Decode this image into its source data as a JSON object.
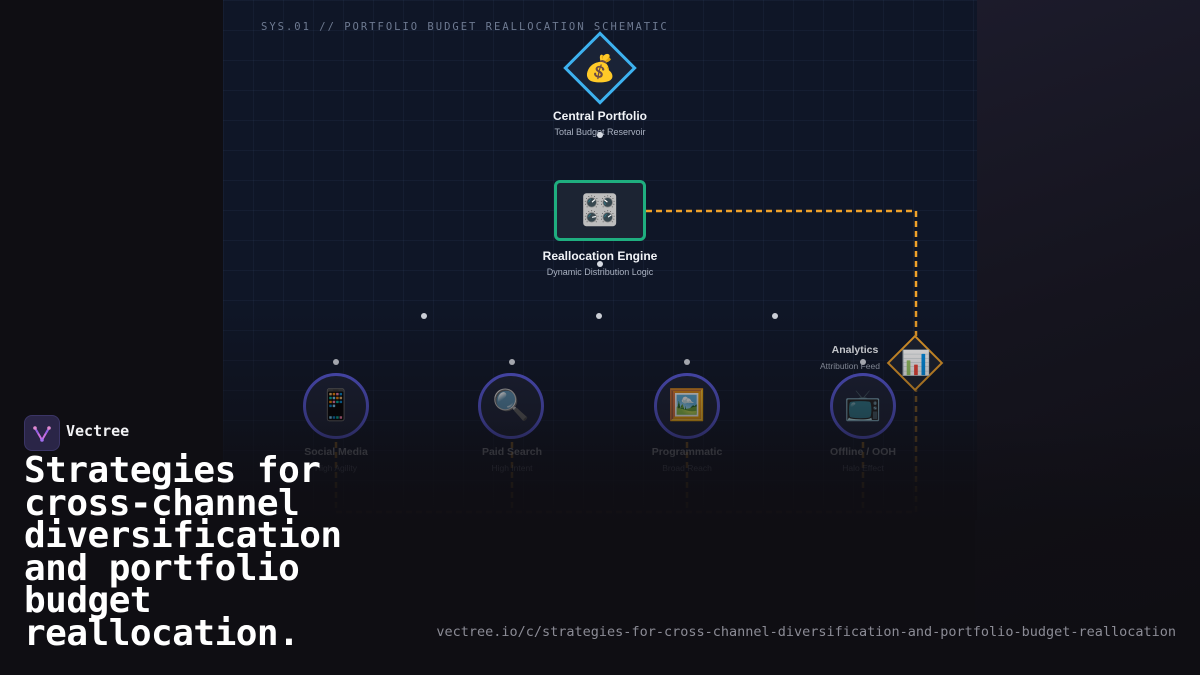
{
  "schematic": {
    "label": "SYS.01 // PORTFOLIO BUDGET REALLOCATION SCHEMATIC"
  },
  "nodes": {
    "portfolio": {
      "title": "Central Portfolio",
      "subtitle": "Total Budget Reservoir",
      "icon": "💰",
      "icon_name": "money-bag-icon",
      "color": "#3db2f0"
    },
    "engine": {
      "title": "Reallocation Engine",
      "subtitle": "Dynamic Distribution Logic",
      "icon": "🎛️",
      "icon_name": "control-knobs-icon",
      "color": "#1fae7f"
    },
    "analytics": {
      "title": "Analytics",
      "subtitle": "Attribution Feed",
      "icon": "📊",
      "icon_name": "bar-chart-icon",
      "color": "#f0a22a"
    }
  },
  "channels": [
    {
      "title": "Social Media",
      "subtitle": "High Agility",
      "icon": "📱",
      "icon_name": "mobile-phone-icon"
    },
    {
      "title": "Paid Search",
      "subtitle": "High Intent",
      "icon": "🔍",
      "icon_name": "magnifier-icon"
    },
    {
      "title": "Programmatic",
      "subtitle": "Broad Reach",
      "icon": "🖼️",
      "icon_name": "framed-picture-icon"
    },
    {
      "title": "Offline / OOH",
      "subtitle": "Halo Effect",
      "icon": "📺",
      "icon_name": "television-icon"
    }
  ],
  "brand": {
    "name": "Vectree"
  },
  "headline": "Strategies for cross-channel diversification and portfolio budget reallocation.",
  "url": "vectree.io/c/strategies-for-cross-channel-diversification-and-portfolio-budget-reallocation",
  "colors": {
    "channel_ring": "#5a5be0",
    "feedback_line": "#f0a22a",
    "background": "#0f0e13"
  }
}
